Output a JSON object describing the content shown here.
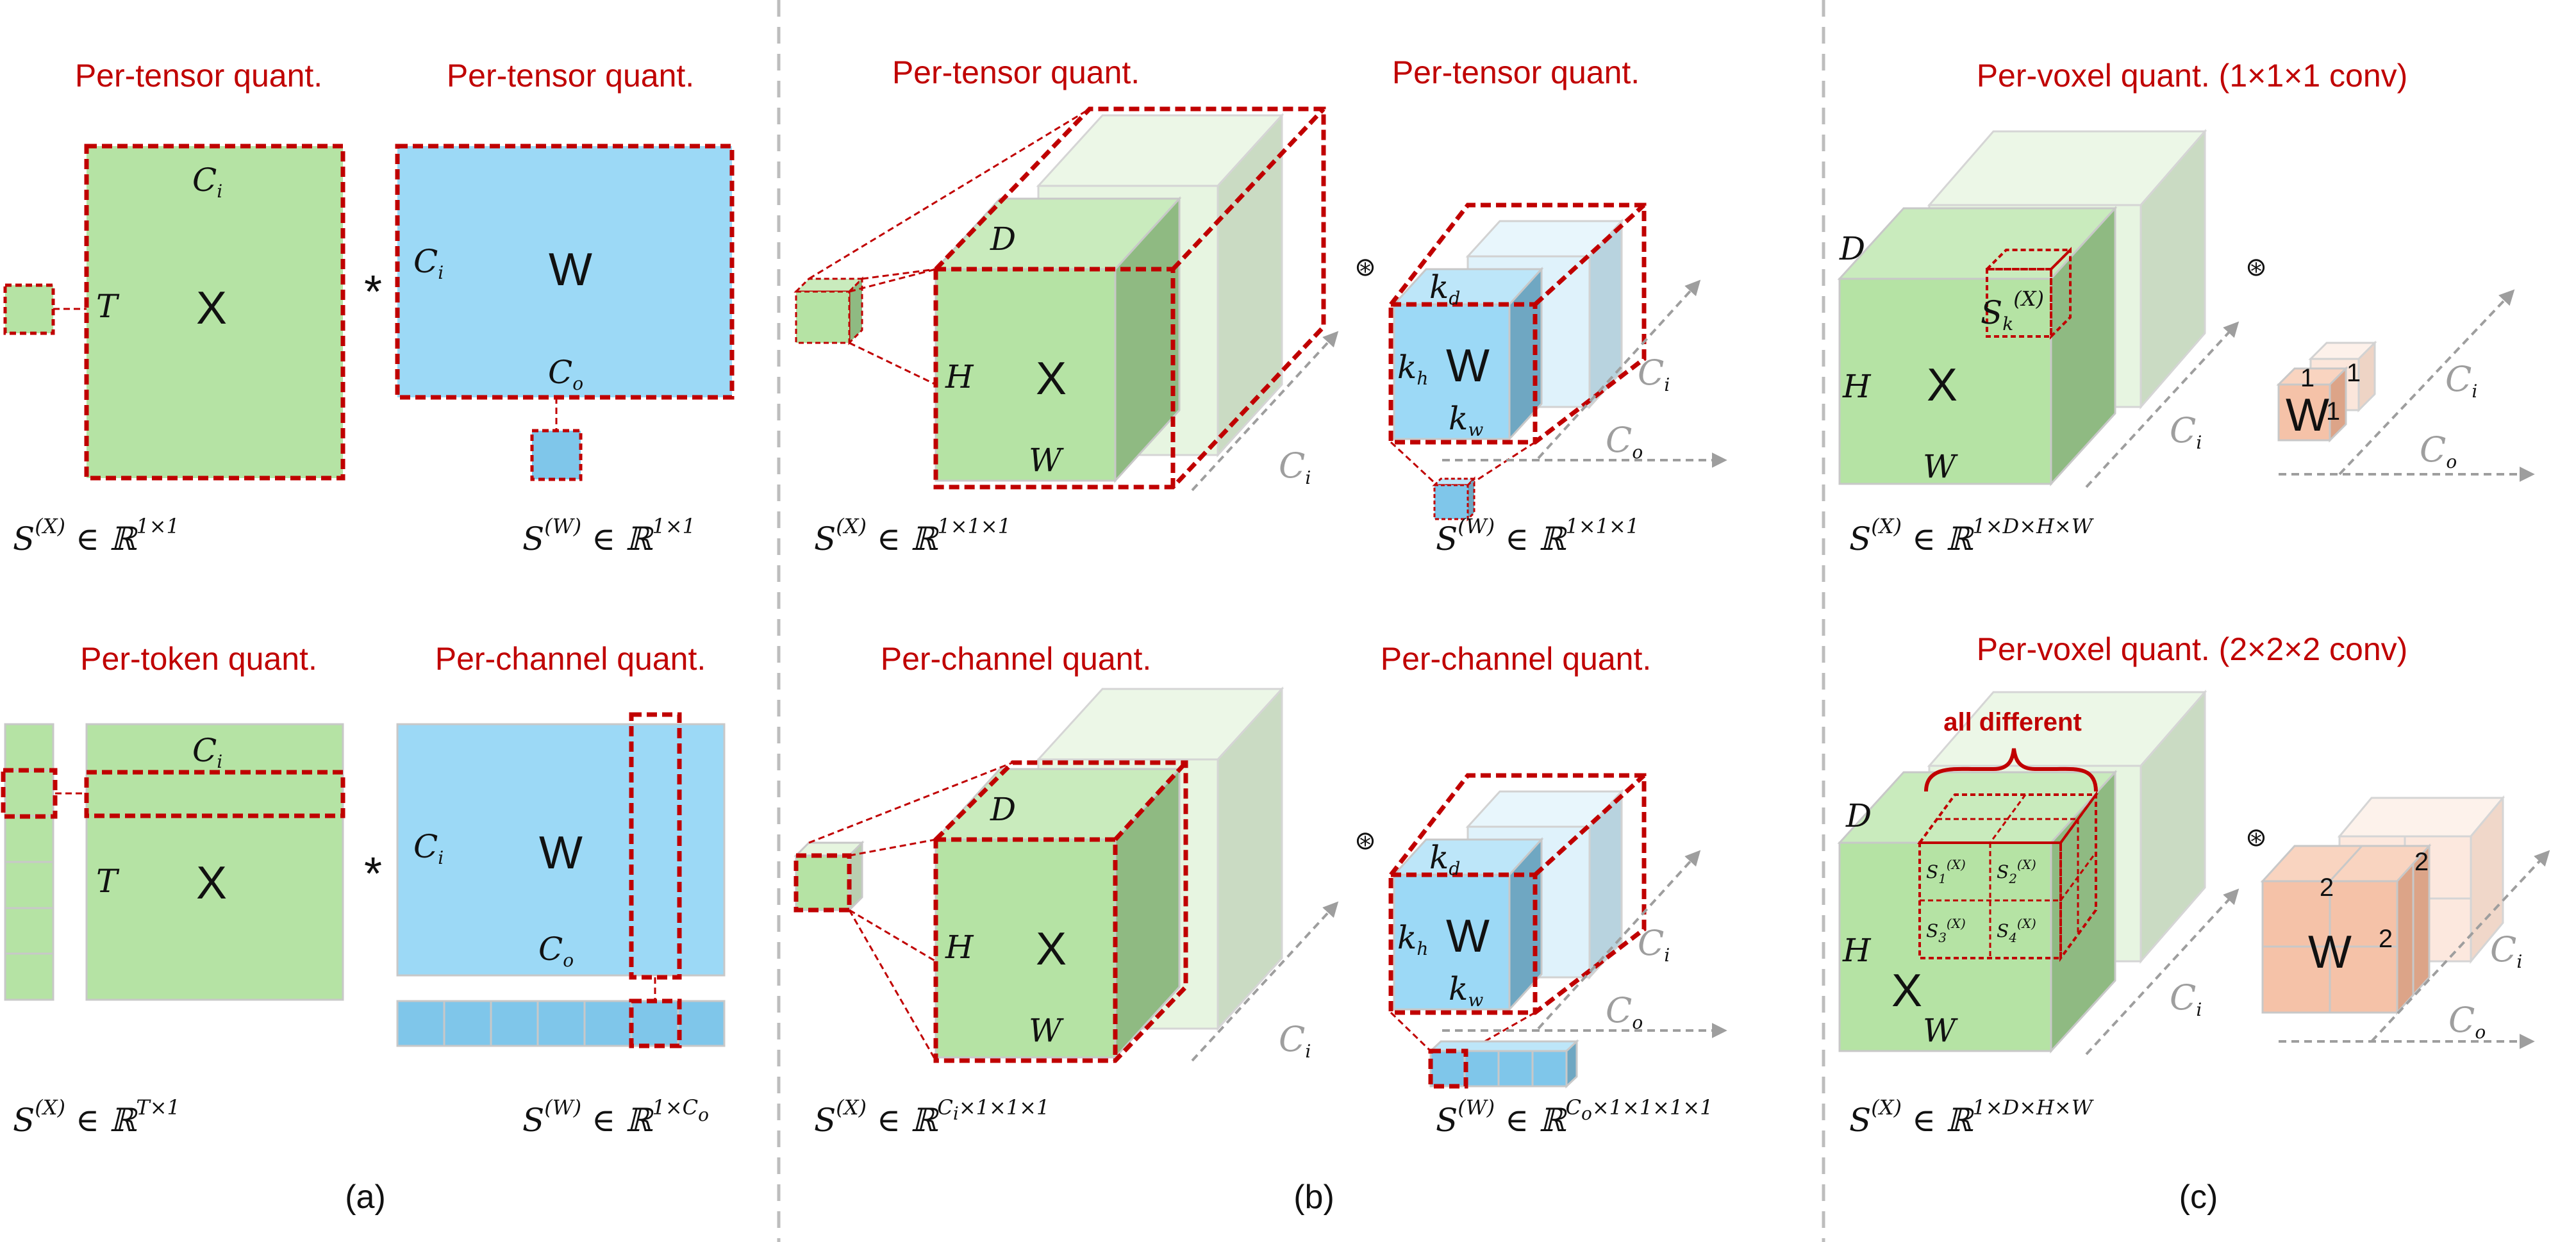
{
  "colors": {
    "activation": "#b5e3a4",
    "activation_light": "#dff2d7",
    "weight": "#9cd9f6",
    "weight_light": "#d8f0fb",
    "kernel": "#f5c2a8",
    "kernel_light": "#fbe1d3",
    "highlight": "#c00000",
    "axis": "#9e9e9e"
  },
  "panel_a": {
    "caption": "(a)",
    "top": {
      "x_title": "Per-tensor quant.",
      "w_title": "Per-tensor quant.",
      "x_label": "X",
      "x_dim_top": "C",
      "x_dim_top_sub": "i",
      "x_dim_left": "T",
      "w_label": "W",
      "w_dim_left": "C",
      "w_dim_left_sub": "i",
      "w_dim_bottom": "C",
      "w_dim_bottom_sub": "o",
      "operator": "*",
      "sx": {
        "base": "S",
        "sup": "(X)",
        "rel": " ∈ ℝ",
        "dims": "1×1"
      },
      "sw": {
        "base": "S",
        "sup": "(W)",
        "rel": " ∈ ℝ",
        "dims": "1×1"
      }
    },
    "bottom": {
      "x_title": "Per-token quant.",
      "w_title": "Per-channel quant.",
      "x_label": "X",
      "x_dim_top": "C",
      "x_dim_top_sub": "i",
      "x_dim_left": "T",
      "w_label": "W",
      "w_dim_left": "C",
      "w_dim_left_sub": "i",
      "w_dim_bottom": "C",
      "w_dim_bottom_sub": "o",
      "operator": "*",
      "sx": {
        "base": "S",
        "sup": "(X)",
        "rel": " ∈ ℝ",
        "dims": "T×1"
      },
      "sw": {
        "base": "S",
        "sup": "(W)",
        "rel": " ∈ ℝ",
        "dims": "1×C",
        "dims_sub": "o"
      }
    }
  },
  "panel_b": {
    "caption": "(b)",
    "top": {
      "x_title": "Per-tensor quant.",
      "w_title": "Per-tensor quant.",
      "x_label": "X",
      "d": "D",
      "h": "H",
      "w": "W",
      "ci": "C",
      "ci_sub": "i",
      "w_label": "W",
      "kd": "k",
      "kd_sub": "d",
      "kh": "k",
      "kh_sub": "h",
      "kw": "k",
      "kw_sub": "w",
      "co": "C",
      "co_sub": "o",
      "operator": "⊛",
      "sx": {
        "base": "S",
        "sup": "(X)",
        "rel": " ∈ ℝ",
        "dims": "1×1×1"
      },
      "sw": {
        "base": "S",
        "sup": "(W)",
        "rel": " ∈ ℝ",
        "dims": "1×1×1"
      }
    },
    "bottom": {
      "x_title": "Per-channel quant.",
      "w_title": "Per-channel quant.",
      "x_label": "X",
      "d": "D",
      "h": "H",
      "w": "W",
      "ci": "C",
      "ci_sub": "i",
      "w_label": "W",
      "kd": "k",
      "kd_sub": "d",
      "kh": "k",
      "kh_sub": "h",
      "kw": "k",
      "kw_sub": "w",
      "co": "C",
      "co_sub": "o",
      "operator": "⊛",
      "sx": {
        "base": "S",
        "sup": "(X)",
        "rel": " ∈ ℝ",
        "dims": "C",
        "dims_sub": "i",
        "dims_rest": "×1×1×1"
      },
      "sw": {
        "base": "S",
        "sup": "(W)",
        "rel": " ∈ ℝ",
        "dims": "C",
        "dims_sub": "o",
        "dims_rest": "×1×1×1×1"
      }
    }
  },
  "panel_c": {
    "caption": "(c)",
    "top": {
      "title": "Per-voxel quant. (1×1×1 conv)",
      "x_label": "X",
      "d": "D",
      "h": "H",
      "w": "W",
      "ci": "C",
      "ci_sub": "i",
      "co": "C",
      "co_sub": "o",
      "sk": "S",
      "sk_sub": "k",
      "sk_sup": "(X)",
      "kernel_label": "W",
      "k1": "1",
      "k2": "1",
      "k3": "1",
      "operator": "⊛",
      "sx": {
        "base": "S",
        "sup": "(X)",
        "rel": " ∈ ℝ",
        "dims": "1×D×H×W"
      }
    },
    "bottom": {
      "title": "Per-voxel quant. (2×2×2 conv)",
      "note": "all different",
      "x_label": "X",
      "d": "D",
      "h": "H",
      "w": "W",
      "ci": "C",
      "ci_sub": "i",
      "co": "C",
      "co_sub": "o",
      "cells": [
        {
          "base": "S",
          "sub": "1",
          "sup": "(X)"
        },
        {
          "base": "S",
          "sub": "2",
          "sup": "(X)"
        },
        {
          "base": "S",
          "sub": "3",
          "sup": "(X)"
        },
        {
          "base": "S",
          "sub": "4",
          "sup": "(X)"
        }
      ],
      "kernel_label": "W",
      "k1": "2",
      "k2": "2",
      "k3": "2",
      "operator": "⊛",
      "sx": {
        "base": "S",
        "sup": "(X)",
        "rel": " ∈ ℝ",
        "dims": "1×D×H×W"
      }
    }
  }
}
